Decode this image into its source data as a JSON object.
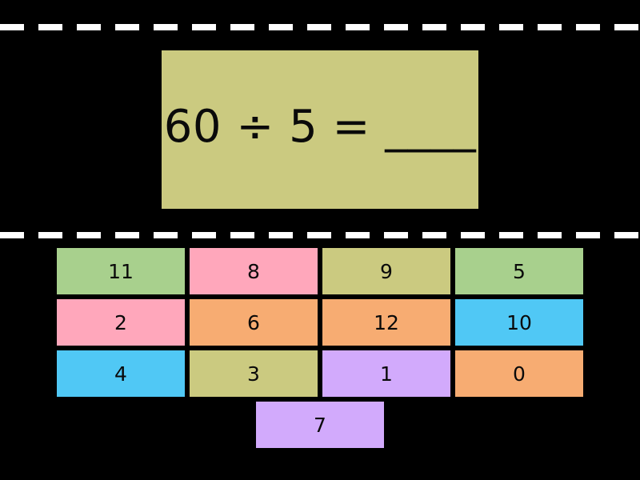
{
  "background_color": "#000000",
  "separators": {
    "style": "dashed",
    "color": "#ffffff",
    "count": 2
  },
  "question": {
    "text": "60 ÷ 5 = ____",
    "expression": "60 ÷ 5 =",
    "blank": "____",
    "background_color": "#cbca80",
    "text_color": "#0a0a0a"
  },
  "answers": {
    "rows": [
      [
        {
          "label": "11",
          "color": "#a8d08d",
          "color_class": "tile-green"
        },
        {
          "label": "8",
          "color": "#ffa7bb",
          "color_class": "tile-pink"
        },
        {
          "label": "9",
          "color": "#cbca80",
          "color_class": "tile-khaki"
        },
        {
          "label": "5",
          "color": "#a8d08d",
          "color_class": "tile-green"
        }
      ],
      [
        {
          "label": "2",
          "color": "#ffa7bb",
          "color_class": "tile-pink"
        },
        {
          "label": "6",
          "color": "#f7ac72",
          "color_class": "tile-orange"
        },
        {
          "label": "12",
          "color": "#f7ac72",
          "color_class": "tile-orange"
        },
        {
          "label": "10",
          "color": "#50c8f5",
          "color_class": "tile-blue"
        }
      ],
      [
        {
          "label": "4",
          "color": "#50c8f5",
          "color_class": "tile-blue"
        },
        {
          "label": "3",
          "color": "#cbca80",
          "color_class": "tile-khaki"
        },
        {
          "label": "1",
          "color": "#d2aafc",
          "color_class": "tile-purple"
        },
        {
          "label": "0",
          "color": "#f7ac72",
          "color_class": "tile-orange"
        }
      ],
      [
        {
          "label": "7",
          "color": "#d2aafc",
          "color_class": "tile-purple"
        }
      ]
    ]
  }
}
